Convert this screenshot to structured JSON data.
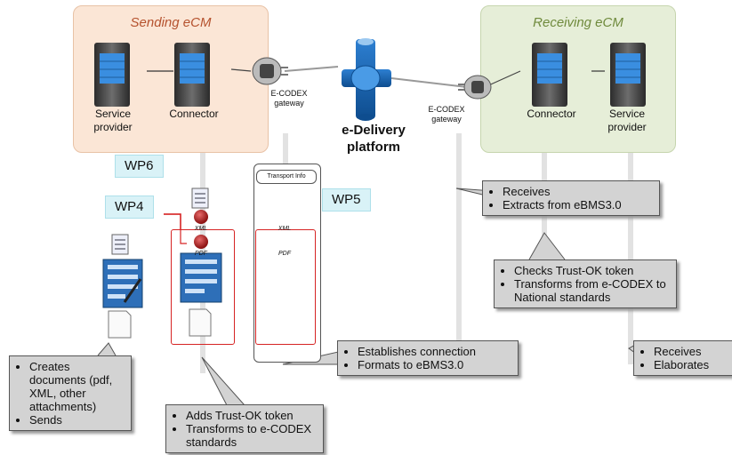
{
  "sending": {
    "title": "Sending eCM",
    "service_provider": "Service\nprovider",
    "connector": "Connector"
  },
  "receiving": {
    "title": "Receiving eCM",
    "connector": "Connector",
    "service_provider": "Service\nprovider"
  },
  "gateway_left": "E-CODEX\ngateway",
  "gateway_right": "E-CODEX\ngateway",
  "platform": "e-Delivery\nplatform",
  "wp_labels": {
    "wp6": "WP6",
    "wp4": "WP4",
    "wp5": "WP5"
  },
  "transport_info": "Transport Info",
  "doc_labels": {
    "xml": "XML",
    "pdf": "PDF"
  },
  "callouts": {
    "receives_extracts": [
      "Receives",
      "Extracts from eBMS3.0"
    ],
    "checks_transforms": [
      "Checks Trust-OK token",
      "Transforms from e-CODEX to National standards"
    ],
    "establishes_formats": [
      "Establishes connection",
      "Formats to eBMS3.0"
    ],
    "receives_elaborates": [
      "Receives",
      "Elaborates"
    ],
    "creates_sends": [
      "Creates documents (pdf, XML, other attachments)",
      "Sends"
    ],
    "adds_transforms": [
      "Adds Trust-OK token",
      "Transforms to e-CODEX standards"
    ]
  }
}
